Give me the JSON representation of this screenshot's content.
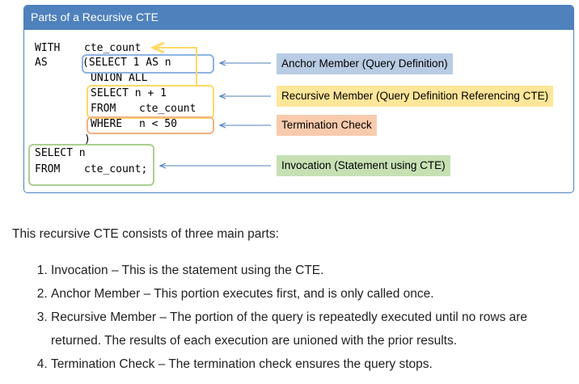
{
  "diagram": {
    "title": "Parts of a Recursive CTE",
    "code": {
      "with_kw": "WITH",
      "cte_name": "cte_count",
      "as_kw": "AS",
      "anchor": "(SELECT 1 AS n",
      "union": "UNION ALL",
      "rec_select": "SELECT n + 1",
      "rec_from_kw": "FROM",
      "rec_from_tbl": "cte_count",
      "where_kw": "WHERE",
      "where_cond": "n < 50",
      "close_paren": ")",
      "inv_select": "SELECT n",
      "inv_from_kw": "FROM",
      "inv_from_tbl": "cte_count;"
    },
    "labels": {
      "anchor": "Anchor Member (Query Definition)",
      "recursive": "Recursive Member (Query Definition Referencing CTE)",
      "termination": "Termination Check",
      "invocation": "Invocation (Statement using CTE)"
    },
    "colors": {
      "header": "#4f81bd",
      "anchor": "#8db4e2",
      "recursive": "#ffd966",
      "termination": "#f4b183",
      "invocation": "#a9d08e"
    }
  },
  "description": "This recursive CTE consists of three main parts:",
  "parts": [
    "Invocation – This is the statement using the CTE.",
    "Anchor Member – This portion executes first, and is only called once.",
    "Recursive Member – The portion of the query is repeatedly executed until no rows are returned. The results of each execution are unioned with the prior results.",
    "Termination Check – The termination check ensures the query stops."
  ]
}
